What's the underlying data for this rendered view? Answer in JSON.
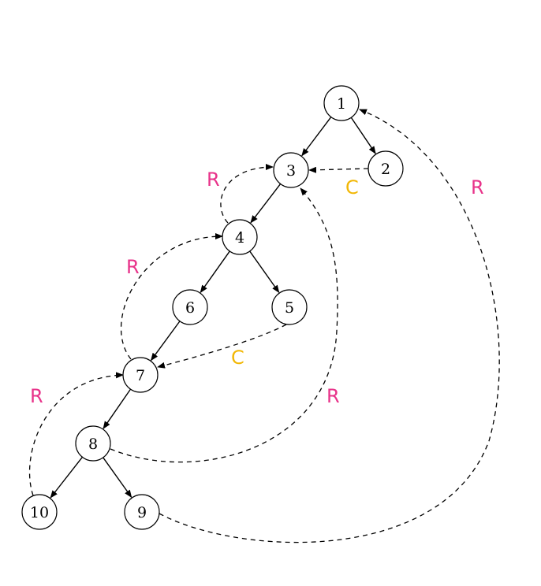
{
  "diagram": {
    "nodes": [
      {
        "id": "1",
        "label": "1"
      },
      {
        "id": "2",
        "label": "2"
      },
      {
        "id": "3",
        "label": "3"
      },
      {
        "id": "4",
        "label": "4"
      },
      {
        "id": "5",
        "label": "5"
      },
      {
        "id": "6",
        "label": "6"
      },
      {
        "id": "7",
        "label": "7"
      },
      {
        "id": "8",
        "label": "8"
      },
      {
        "id": "9",
        "label": "9"
      },
      {
        "id": "10",
        "label": "10"
      }
    ],
    "tree_edges": [
      {
        "from": "1",
        "to": "3"
      },
      {
        "from": "1",
        "to": "2"
      },
      {
        "from": "3",
        "to": "4"
      },
      {
        "from": "4",
        "to": "6"
      },
      {
        "from": "4",
        "to": "5"
      },
      {
        "from": "6",
        "to": "7"
      },
      {
        "from": "7",
        "to": "8"
      },
      {
        "from": "8",
        "to": "10"
      },
      {
        "from": "8",
        "to": "9"
      }
    ],
    "dashed_edges": [
      {
        "from": "2",
        "to": "3",
        "label": "C"
      },
      {
        "from": "4",
        "to": "3",
        "label": "R"
      },
      {
        "from": "7",
        "to": "4",
        "label": "R"
      },
      {
        "from": "5",
        "to": "7",
        "label": "C"
      },
      {
        "from": "10",
        "to": "7",
        "label": "R"
      },
      {
        "from": "8",
        "to": "3",
        "label": "R"
      },
      {
        "from": "9",
        "to": "1",
        "label": "R"
      }
    ],
    "label_colors": {
      "R": "#e8338a",
      "C": "#f2b705"
    }
  }
}
